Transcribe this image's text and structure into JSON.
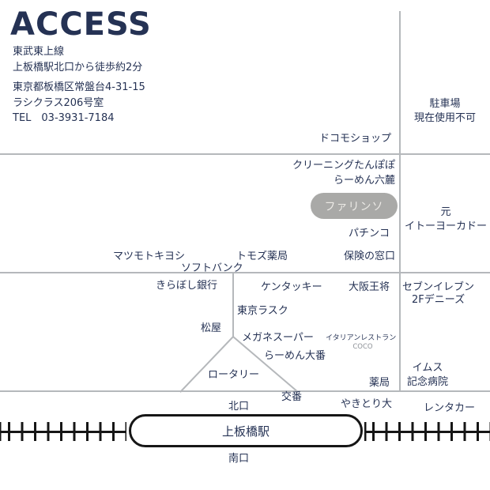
{
  "header": {
    "title": "ACCESS",
    "line1": "東武東上線",
    "line2": "上板橋駅北口から徒歩約2分",
    "address1": "東京都板橋区常盤台4-31-15",
    "address2": "ラシクラス206号室",
    "tel": "TEL　03-3931-7184"
  },
  "map": {
    "destination": {
      "label": "ファリンソ"
    },
    "parking": {
      "line1": "駐車場",
      "line2": "現在使用不可"
    },
    "former_ito_yokado": {
      "line1": "元",
      "line2": "イトーヨーカドー"
    },
    "ims_hospital": {
      "line1": "イムス",
      "line2": "記念病院"
    },
    "labels": {
      "docomo_shop": "ドコモショップ",
      "cleaning_tanpopo": "クリーニングたんぽぽ",
      "ramen_rokuroku": "らーめん六麓",
      "pachinko": "パチンコ",
      "hoken_no_madoguchi": "保険の窓口",
      "matsumoto_kiyoshi": "マツモトキヨシ",
      "tomods_pharmacy": "トモズ薬局",
      "softbank": "ソフトバンク",
      "kiraboshi_bank": "きらぼし銀行",
      "kentucky": "ケンタッキー",
      "osaka_ohsho": "大阪王将",
      "seven_eleven": "セブンイレブン",
      "dennys_2f": "2Fデニーズ",
      "tokyo_rusk": "東京ラスク",
      "matsuya": "松屋",
      "megane_super": "メガネスーパー",
      "italian_restaurant": "イタリアンレストラン",
      "coco": "COCO",
      "ramen_daiban": "らーめん大番",
      "rotary": "ロータリー",
      "pharmacy": "薬局",
      "koban": "交番",
      "yakitori_dai": "やきとり大",
      "rent_a_car": "レンタカー"
    },
    "station": {
      "name": "上板橋駅",
      "north_exit": "北口",
      "south_exit": "南口"
    }
  },
  "colors": {
    "text_navy": "#253254",
    "road_gray": "#b5b8bb",
    "rail_black": "#161616",
    "pill_bg": "#a9a9a7",
    "pill_text": "#eceae6",
    "coco_gray": "#8e9298"
  }
}
